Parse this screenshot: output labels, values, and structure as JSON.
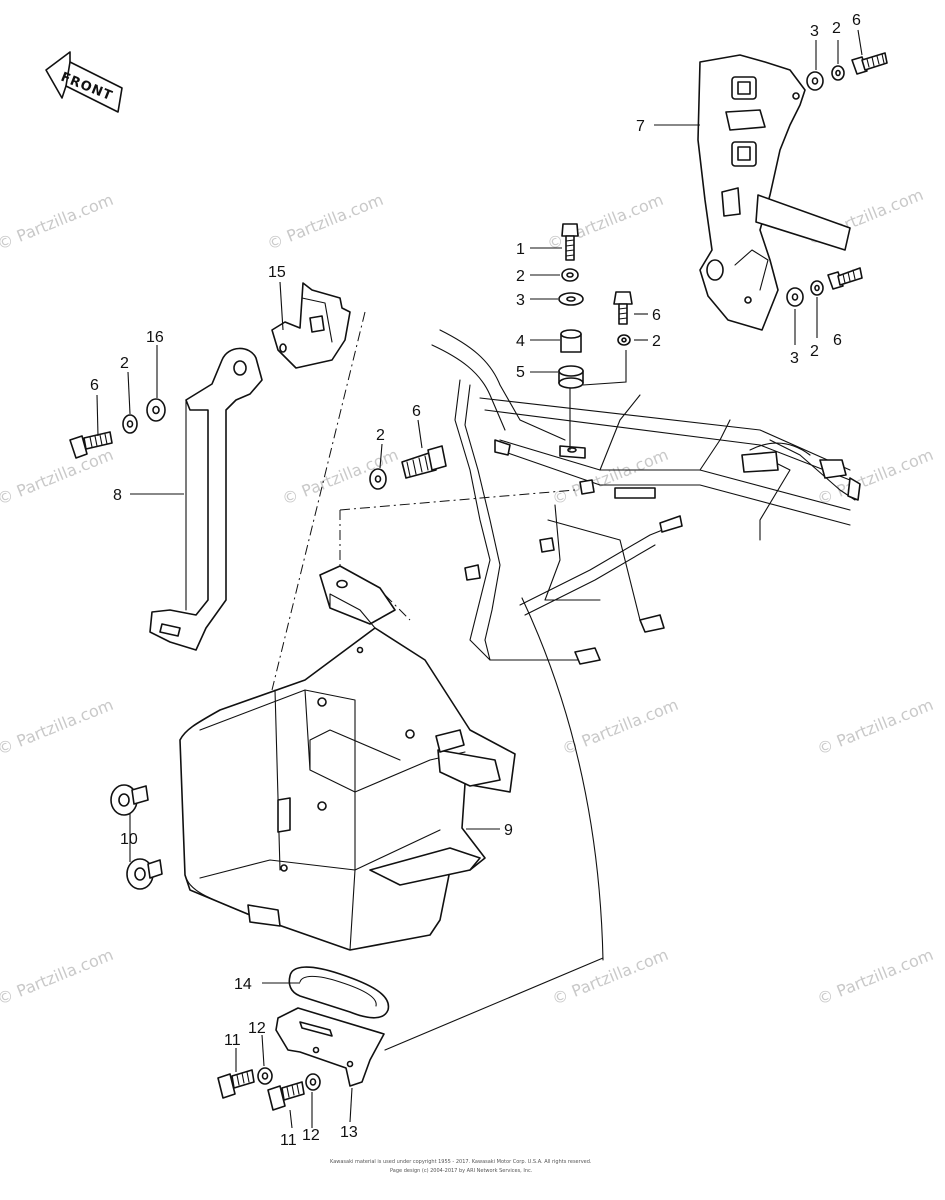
{
  "diagram": {
    "front_label": "FRONT",
    "watermark": "© Partzilla.com",
    "footer_line_1": "Kawasaki material is used under copyright 1955 - 2017. Kawasaki Motor Corp. U.S.A. All rights reserved.",
    "footer_line_2": "Page design (c) 2004-2017 by ARI Network Services, Inc."
  },
  "callouts": [
    {
      "id": "c1",
      "text": "1"
    },
    {
      "id": "c2a",
      "text": "2"
    },
    {
      "id": "c3a",
      "text": "3"
    },
    {
      "id": "c4",
      "text": "4"
    },
    {
      "id": "c5",
      "text": "5"
    },
    {
      "id": "c6a",
      "text": "6"
    },
    {
      "id": "c2b",
      "text": "2"
    },
    {
      "id": "c3b",
      "text": "3"
    },
    {
      "id": "c2c",
      "text": "2"
    },
    {
      "id": "c6b",
      "text": "6"
    },
    {
      "id": "c7",
      "text": "7"
    },
    {
      "id": "c3c",
      "text": "3"
    },
    {
      "id": "c2d",
      "text": "2"
    },
    {
      "id": "c6c",
      "text": "6"
    },
    {
      "id": "c15",
      "text": "15"
    },
    {
      "id": "c16",
      "text": "16"
    },
    {
      "id": "c2e",
      "text": "2"
    },
    {
      "id": "c6d",
      "text": "6"
    },
    {
      "id": "c8",
      "text": "8"
    },
    {
      "id": "c2f",
      "text": "2"
    },
    {
      "id": "c6e",
      "text": "6"
    },
    {
      "id": "c9",
      "text": "9"
    },
    {
      "id": "c10",
      "text": "10"
    },
    {
      "id": "c14",
      "text": "14"
    },
    {
      "id": "c11a",
      "text": "11"
    },
    {
      "id": "c12a",
      "text": "12"
    },
    {
      "id": "c11b",
      "text": "11"
    },
    {
      "id": "c12b",
      "text": "12"
    },
    {
      "id": "c13",
      "text": "13"
    }
  ]
}
